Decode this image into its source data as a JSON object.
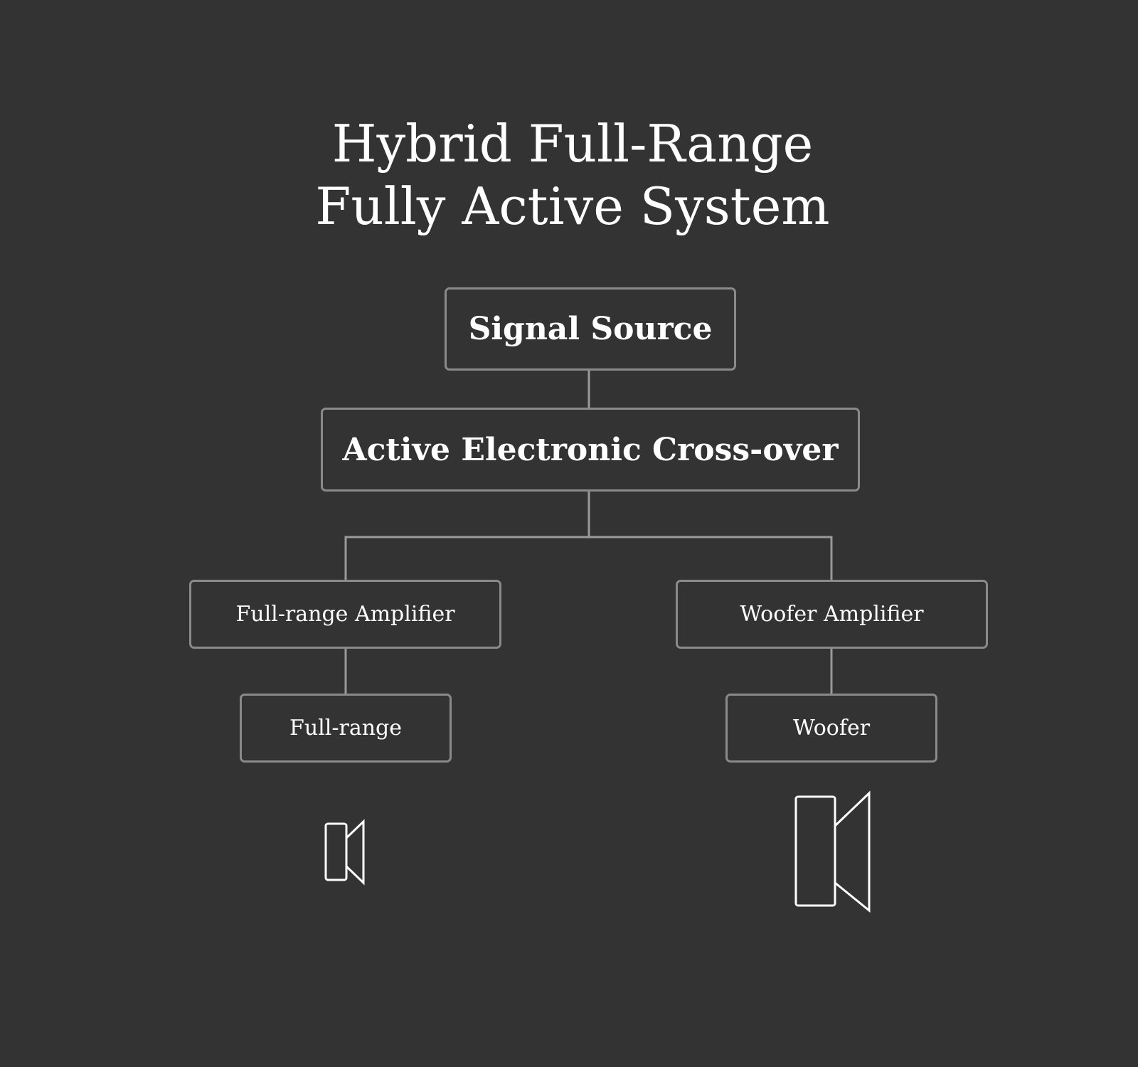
{
  "title": {
    "line1": "Hybrid Full-Range",
    "line2": "Fully Active System"
  },
  "nodes": {
    "signal_source": "Signal Source",
    "crossover": "Active Electronic Cross-over",
    "fullrange_amp": "Full-range Amplifier",
    "woofer_amp": "Woofer Amplifier",
    "fullrange": "Full-range",
    "woofer": "Woofer"
  },
  "icons": {
    "fullrange_speaker": "speaker-icon",
    "woofer_speaker": "speaker-icon"
  },
  "colors": {
    "background": "#333333",
    "box_border": "#8a8a8a",
    "connector": "#9a9a9a",
    "text": "#ffffff"
  }
}
